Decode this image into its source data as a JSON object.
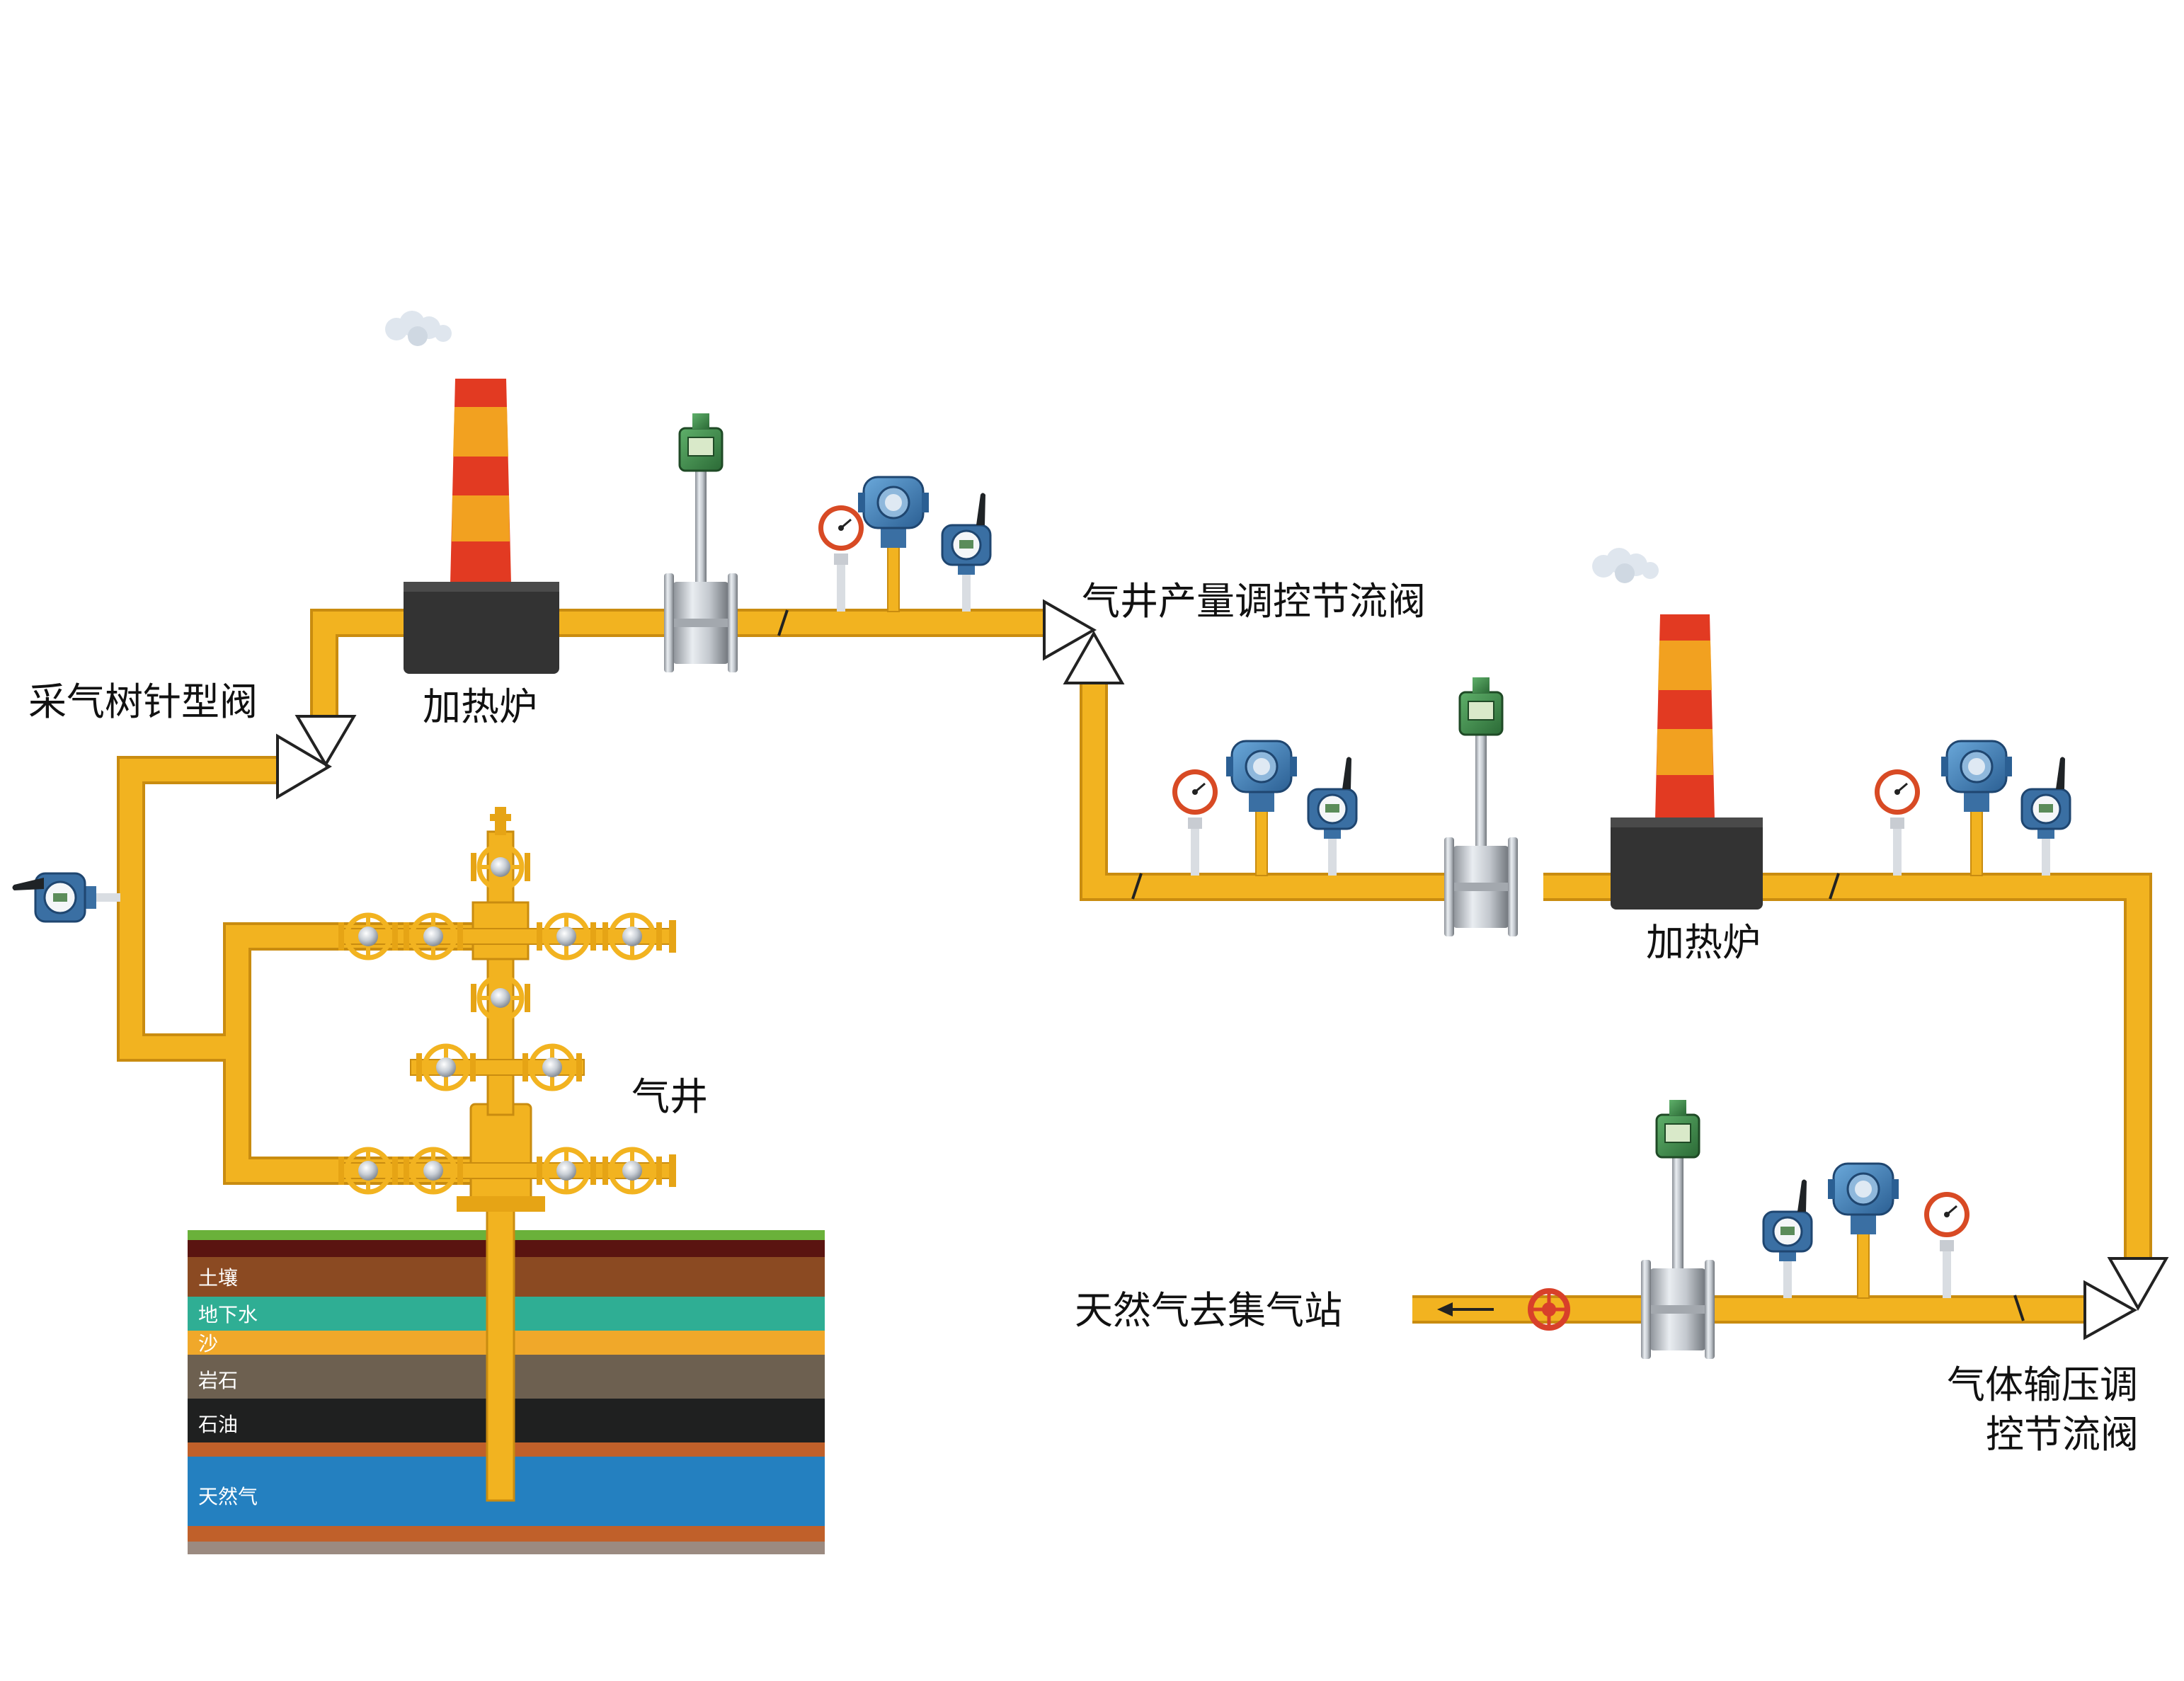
{
  "labels": {
    "needle_valve": "采气树针型阀",
    "heater_1": "加热炉",
    "heater_2": "加热炉",
    "production_valve": "气井产量调控节流阀",
    "gas_well": "气井",
    "pressure_valve_line1": "气体输压调",
    "pressure_valve_line2": "控节流阀",
    "outlet": "天然气去集气站"
  },
  "strata": [
    {
      "name": "土壤",
      "color": "#8b4a22"
    },
    {
      "name": "地下水",
      "color": "#2fae94"
    },
    {
      "name": "沙",
      "color": "#f0a82a"
    },
    {
      "name": "岩石",
      "color": "#6d6050"
    },
    {
      "name": "石油",
      "color": "#1f2020"
    },
    {
      "name": "天然气",
      "color": "#2480c0"
    }
  ],
  "colors": {
    "pipe": "#f2b320",
    "pipe_edge": "#c98c10",
    "heater_body": "#333333",
    "chimney_red": "#e23a22",
    "chimney_orange": "#f2a120",
    "transmitter_blue": "#3f7fb8",
    "flowmeter_green": "#3a8a4a",
    "gauge_red": "#d84a24"
  },
  "icons": {
    "heater": "heater-furnace-icon",
    "flowmeter": "vortex-flowmeter-icon",
    "pressure_transmitter": "pressure-transmitter-icon",
    "temperature_transmitter": "wireless-transmitter-icon",
    "gauge": "pressure-gauge-icon",
    "valve": "throttle-valve-icon",
    "ball_valve": "red-ball-valve-icon",
    "wellhead": "christmas-tree-icon",
    "flow_arrow": "arrow-left-icon"
  }
}
